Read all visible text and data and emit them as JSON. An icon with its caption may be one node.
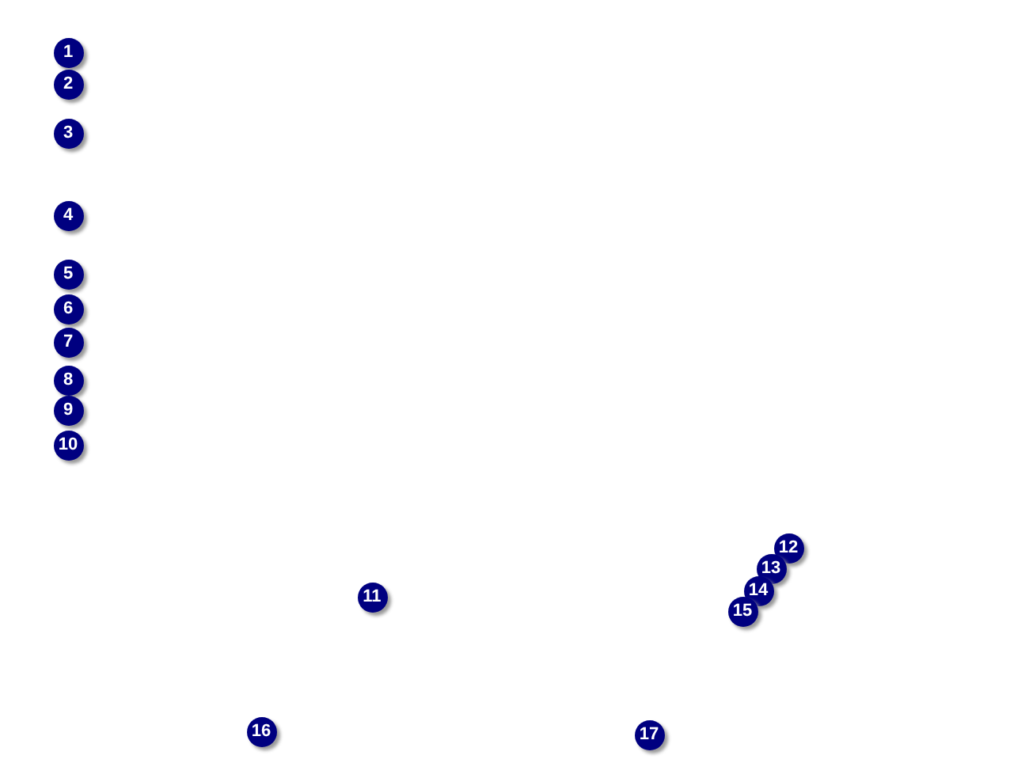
{
  "diagram": {
    "labels": [
      "1",
      "2",
      "3",
      "4",
      "5",
      "6",
      "7",
      "8",
      "9",
      "10",
      "11",
      "12",
      "13",
      "14",
      "15",
      "16",
      "17"
    ]
  }
}
